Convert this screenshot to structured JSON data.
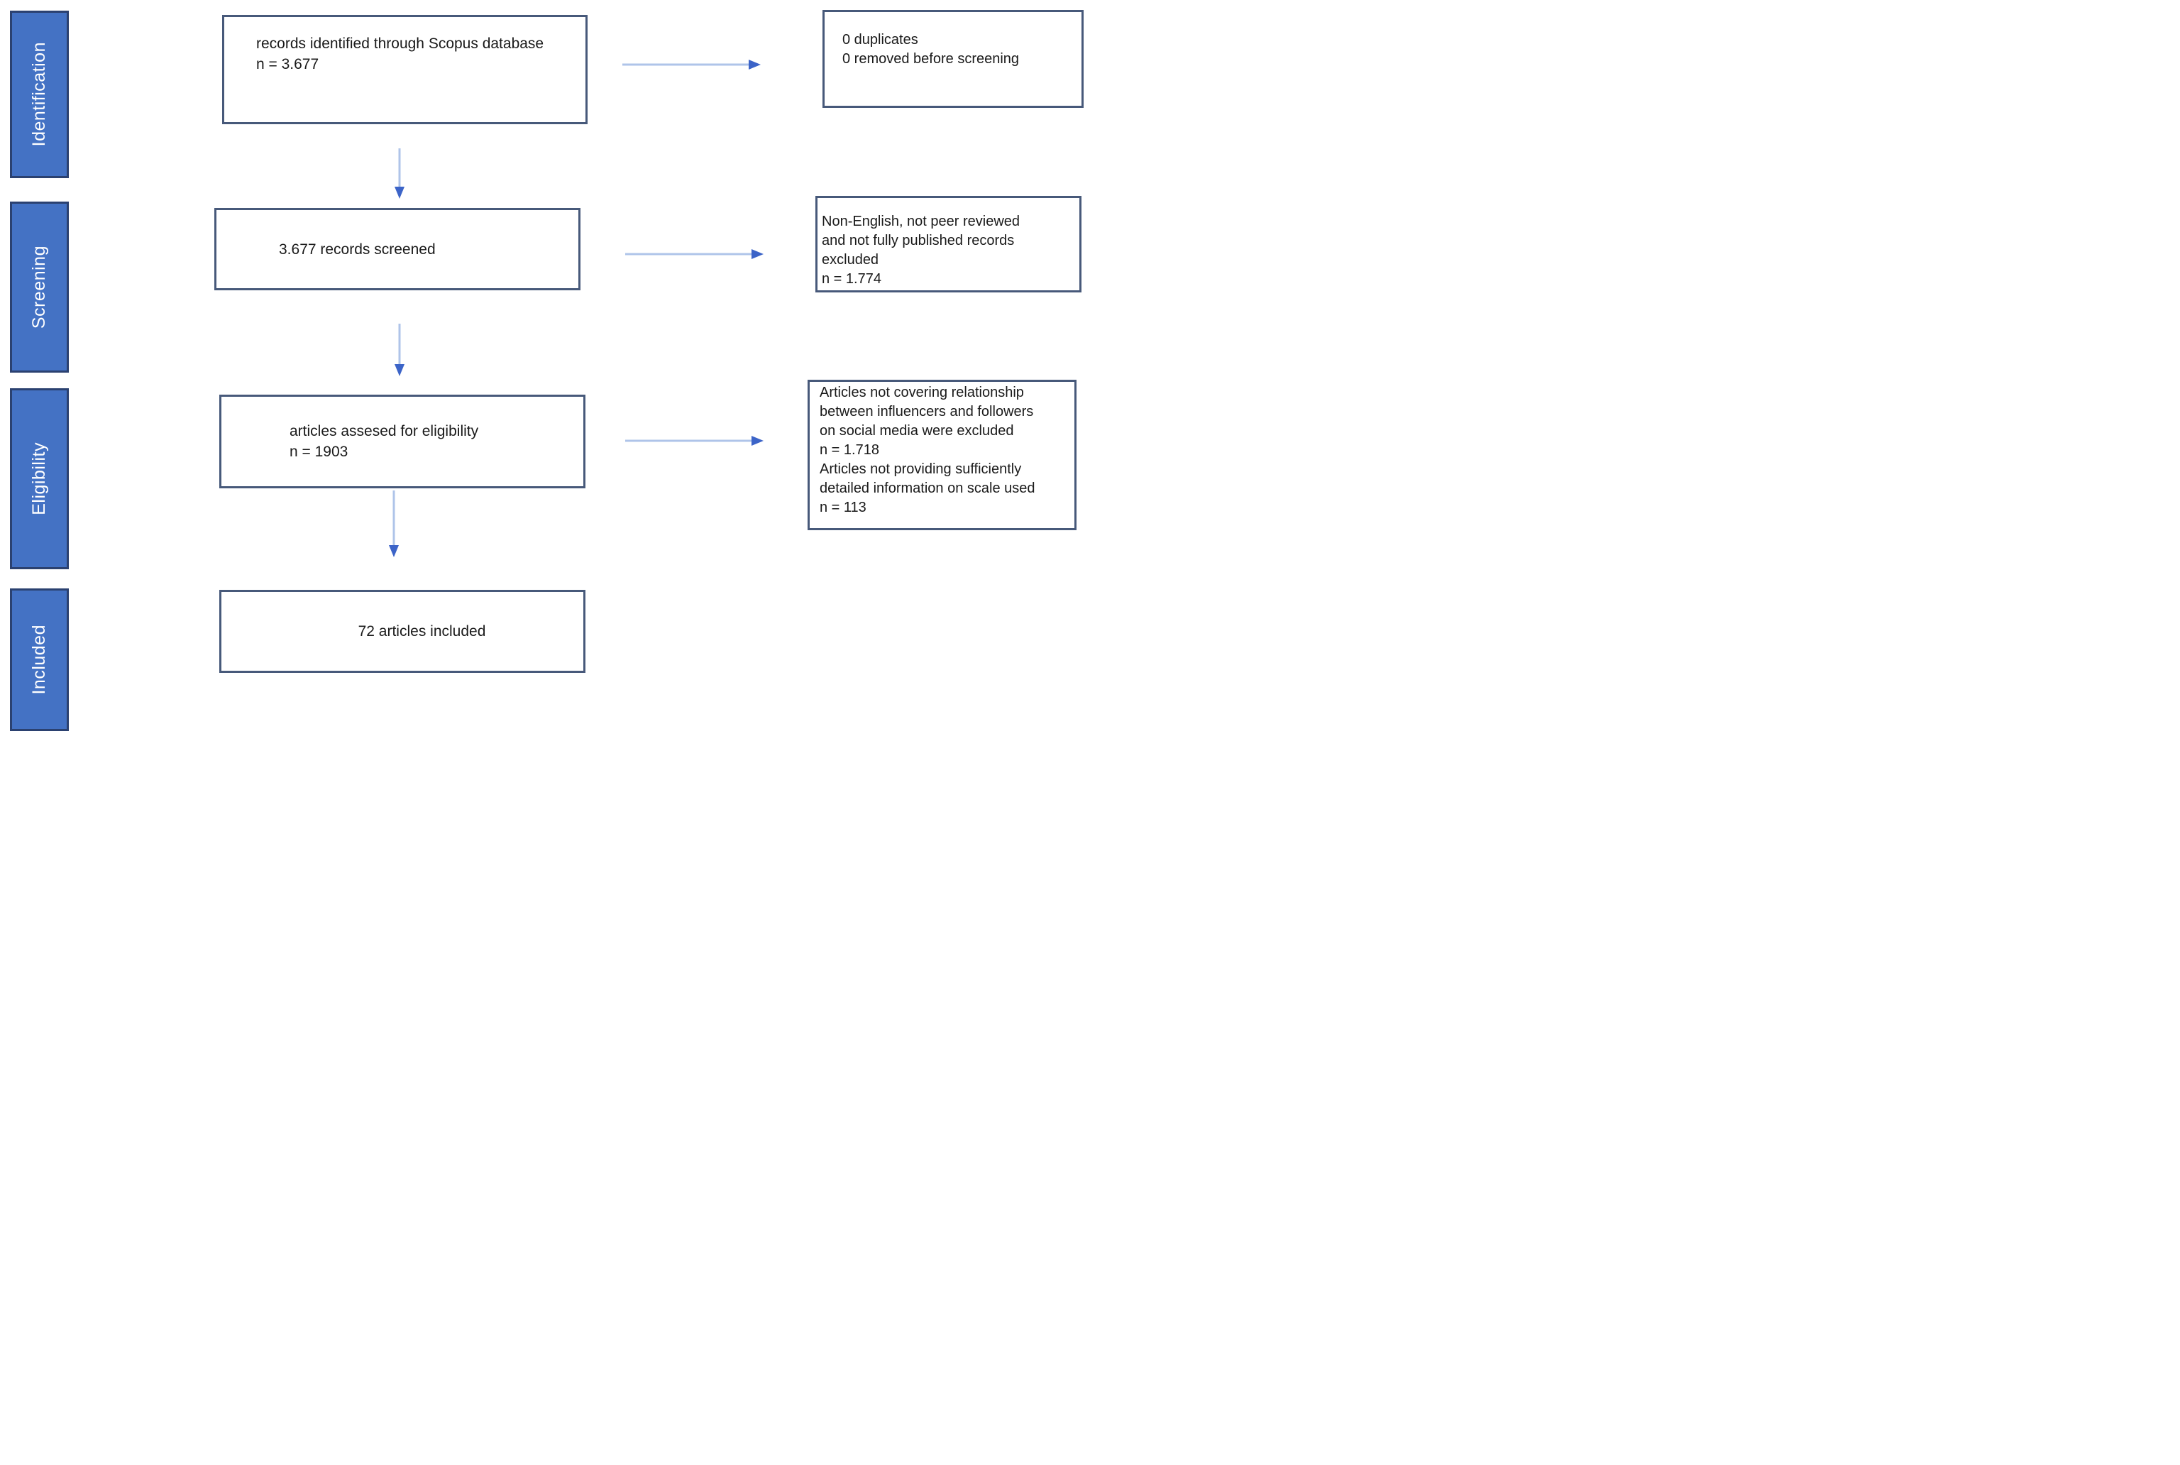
{
  "diagram": {
    "type": "prisma-flow",
    "stages": [
      {
        "id": "identification",
        "label": "Identification"
      },
      {
        "id": "screening",
        "label": "Screening"
      },
      {
        "id": "eligibility",
        "label": "Eligibility"
      },
      {
        "id": "included",
        "label": "Included"
      }
    ],
    "main_boxes": [
      {
        "id": "identified",
        "lines": [
          "records identified through Scopus database",
          "n = 3.677"
        ]
      },
      {
        "id": "screened",
        "lines": [
          "3.677 records screened"
        ]
      },
      {
        "id": "assessed",
        "lines": [
          "articles assesed for eligibility",
          "n = 1903"
        ]
      },
      {
        "id": "included",
        "lines": [
          "72 articles included"
        ]
      }
    ],
    "side_boxes": [
      {
        "id": "duplicates",
        "lines": [
          "0 duplicates",
          "0 removed before screening"
        ]
      },
      {
        "id": "excluded-screening",
        "lines": [
          "Non-English, not peer reviewed",
          "and not fully published records",
          "excluded",
          "n = 1.774"
        ]
      },
      {
        "id": "excluded-eligibility",
        "lines": [
          "Articles not covering relationship",
          "between influencers and followers",
          "on social media were excluded",
          "n = 1.718",
          "Articles not providing sufficiently",
          "detailed information on scale used",
          "n = 113"
        ]
      }
    ],
    "colors": {
      "stage_bar_fill": "#4472c4",
      "stage_bar_border": "#2b4170",
      "stage_bar_text": "#ffffff",
      "box_border": "#47597a",
      "box_text": "#1a1a1a",
      "arrow_line": "#afc4e9",
      "arrow_head": "#3c64c8",
      "background": "#ffffff"
    }
  }
}
